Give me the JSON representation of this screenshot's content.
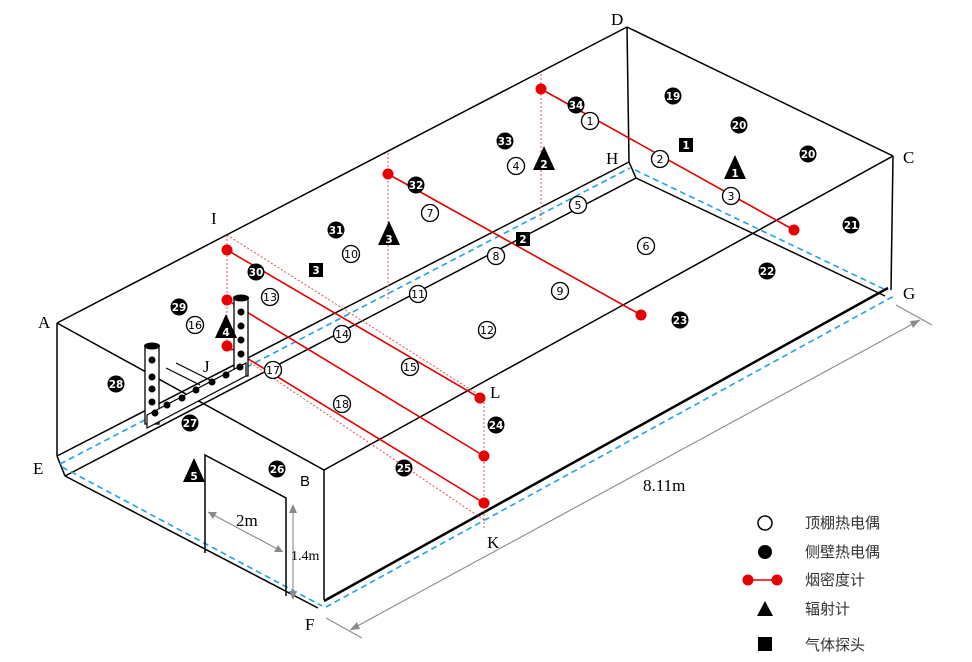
{
  "figure": {
    "corner_labels": {
      "A": "A",
      "B": "B",
      "C": "C",
      "D": "D",
      "E": "E",
      "F": "F",
      "G": "G",
      "H": "H",
      "I": "I",
      "J": "J",
      "K": "K",
      "L": "L"
    },
    "dimensions": {
      "length": "8.11m",
      "door_width": "2m",
      "door_height": "1.4m"
    },
    "ceiling_thermocouples": [
      "1",
      "2",
      "3",
      "4",
      "5",
      "6",
      "7",
      "8",
      "9",
      "10",
      "11",
      "12",
      "13",
      "14",
      "15",
      "16",
      "17",
      "18"
    ],
    "wall_thermocouples": [
      "19",
      "20",
      "20",
      "21",
      "22",
      "23",
      "24",
      "25",
      "26",
      "27",
      "28",
      "29",
      "30",
      "31",
      "32",
      "33",
      "34"
    ],
    "radiometers": [
      "1",
      "2",
      "3",
      "4",
      "5"
    ],
    "gas_probes": [
      "1",
      "2",
      "3"
    ],
    "smoke_meter_count": 5
  },
  "legend": [
    {
      "symbol": "open-circle",
      "label": "顶棚热电偶"
    },
    {
      "symbol": "filled-circle",
      "label": "侧壁热电偶"
    },
    {
      "symbol": "red-line-dots",
      "label": "烟密度计"
    },
    {
      "symbol": "triangle",
      "label": "辐射计"
    },
    {
      "symbol": "square",
      "label": "气体探头"
    }
  ],
  "colors": {
    "smoke_meter": "#e60000",
    "dashed_floor": "#1ea4e0",
    "dimension": "#8a8a8a"
  }
}
